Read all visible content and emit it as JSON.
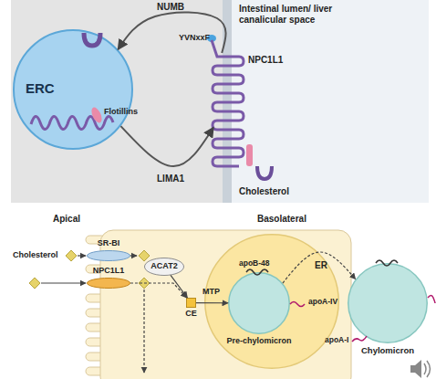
{
  "diagram": {
    "nodes": [
      {
        "text": [
          "ERC"
        ]
      },
      {
        "text": [
          "NPC1L1"
        ]
      },
      {
        "text": [
          "SR-BI"
        ]
      },
      {
        "text": [
          "NPC1L1"
        ]
      },
      {
        "text": [
          "ACAT2"
        ]
      },
      {
        "text": [
          "CE"
        ]
      },
      {
        "text": [
          "ER"
        ]
      },
      {
        "text": [
          "Pre-chylomicron"
        ],
        "in": 6
      },
      {
        "text": [
          "Chylomicron"
        ]
      }
    ],
    "edges": [
      {
        "from": 1,
        "to": 0,
        "label": "NUMB",
        "arrow": "to"
      },
      {
        "from": 0,
        "to": 1,
        "label": "LIMA1",
        "arrow": "to"
      },
      {
        "from": 3,
        "to": 5,
        "arrow": "to"
      },
      {
        "from": 4,
        "to": 5,
        "arrow": "to"
      },
      {
        "from": 5,
        "to": 7,
        "label": "MTP",
        "arrow": "to"
      },
      {
        "from": 7,
        "to": 8,
        "arrow": "to"
      }
    ],
    "labels": [
      "Intestinal lumen/ liver canalicular space",
      "YVNxxF",
      "Flotillins",
      "Cholesterol",
      "Apical",
      "Basolateral",
      "Cholesterol",
      "apoB-48",
      "apoA-IV",
      "apoA-I"
    ]
  }
}
